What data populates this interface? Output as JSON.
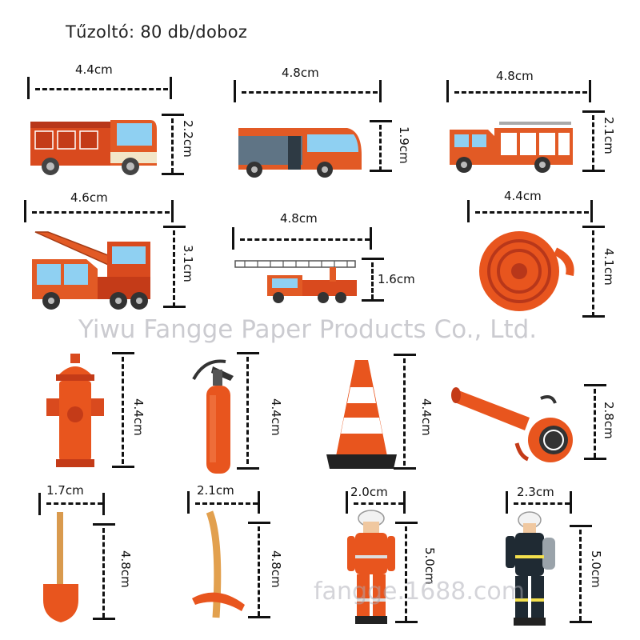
{
  "title": "Tűzoltó: 80 db/doboz",
  "watermarks": {
    "company": "Yiwu Fangge Paper Products Co., Ltd.",
    "site": "fangge.1688.com"
  },
  "items": {
    "fire_truck_1": {
      "width": "4.4cm",
      "height": "2.2cm"
    },
    "bus": {
      "width": "4.8cm",
      "height": "1.9cm"
    },
    "fire_truck_2": {
      "width": "4.8cm",
      "height": "2.1cm"
    },
    "crane_truck": {
      "width": "4.6cm",
      "height": "3.1cm"
    },
    "ladder_truck": {
      "width": "4.8cm",
      "height": "1.6cm"
    },
    "hose_reel": {
      "width": "4.4cm",
      "height": "4.1cm"
    },
    "hydrant": {
      "height": "4.4cm"
    },
    "extinguisher": {
      "height": "4.4cm"
    },
    "traffic_cone": {
      "height": "4.4cm"
    },
    "blower": {
      "height": "2.8cm"
    },
    "shovel": {
      "width": "1.7cm",
      "height": "4.8cm"
    },
    "axe": {
      "width": "2.1cm",
      "height": "4.8cm"
    },
    "firefighter_1": {
      "width": "2.0cm",
      "height": "5.0cm"
    },
    "firefighter_2": {
      "width": "2.3cm",
      "height": "5.0cm"
    }
  },
  "colors": {
    "orange": "#e8551e",
    "dark": "#333333"
  }
}
